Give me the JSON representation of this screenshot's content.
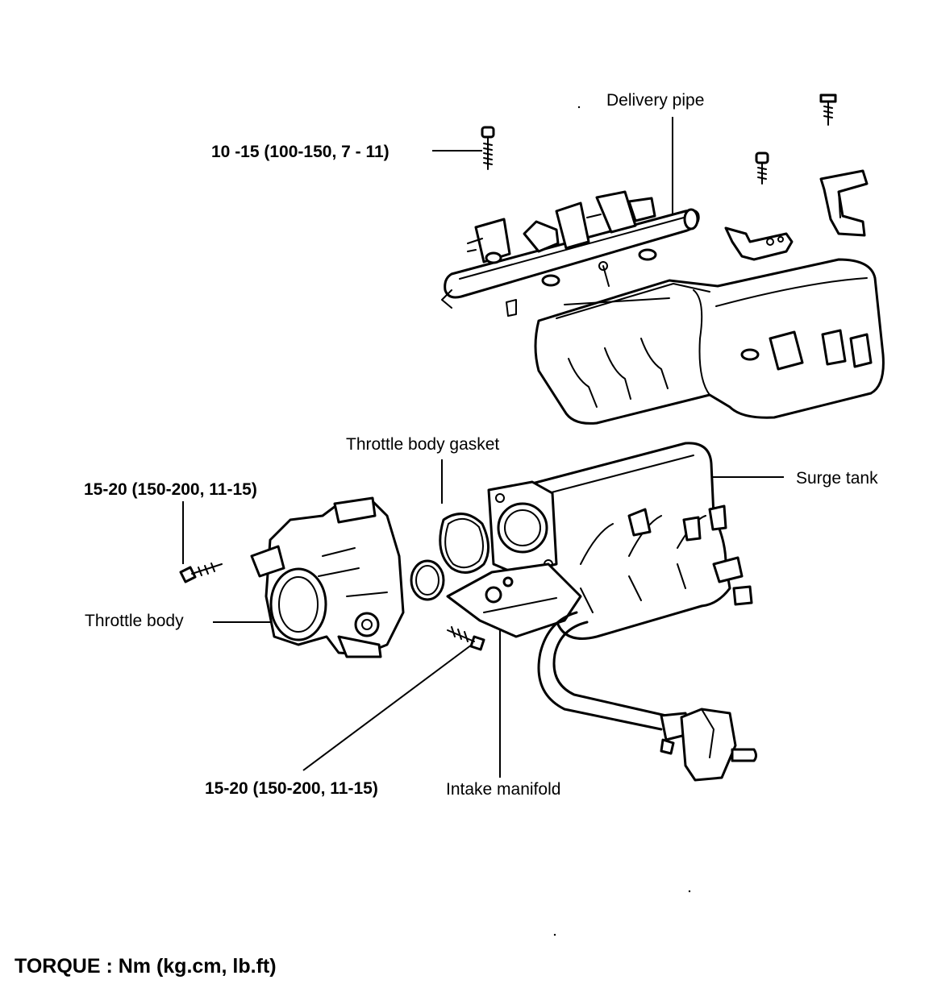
{
  "labels": {
    "delivery_pipe": "Delivery pipe",
    "torque_delivery": "10 -15 (100-150, 7 - 11)",
    "throttle_body_gasket": "Throttle body gasket",
    "surge_tank": "Surge tank",
    "torque_throttle": "15-20 (150-200, 11-15)",
    "throttle_body": "Throttle body",
    "torque_manifold": "15-20 (150-200, 11-15)",
    "intake_manifold": "Intake manifold"
  },
  "footer": {
    "torque_units": "TORQUE : Nm (kg.cm, lb.ft)"
  }
}
